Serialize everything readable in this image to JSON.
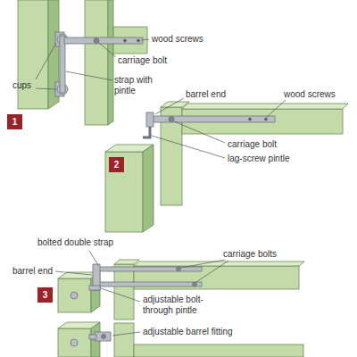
{
  "diagram": {
    "nodes": [
      {
        "text": [
          "1"
        ]
      },
      {
        "text": [
          "2"
        ]
      },
      {
        "text": [
          "3"
        ]
      }
    ],
    "labels": [
      "cups",
      "wood screws",
      "carriage bolt",
      "strap with pintle",
      "barrel end",
      "wood screws",
      "carriage bolt",
      "lag-screw pintle",
      "bolted double strap",
      "barrel end",
      "carriage bolts",
      "adjustable bolt-through pintle",
      "adjustable barrel fitting"
    ]
  }
}
